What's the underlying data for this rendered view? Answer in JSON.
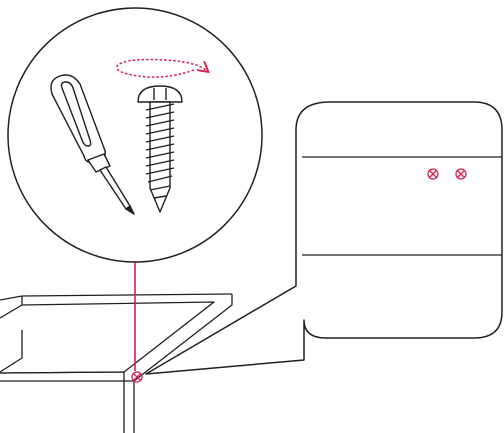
{
  "figure": {
    "kind": "assembly-instruction-illustration",
    "colors": {
      "line": "#231f20",
      "accent": "#d6224e",
      "background": "#ffffff"
    },
    "callout_circle": {
      "items": [
        "screwdriver-icon",
        "screw-icon",
        "rotation-arrow-icon"
      ],
      "rotation_direction": "clockwise"
    },
    "panel_callout": {
      "screw_markers": 2
    },
    "box": {
      "screw_markers": 1
    }
  }
}
